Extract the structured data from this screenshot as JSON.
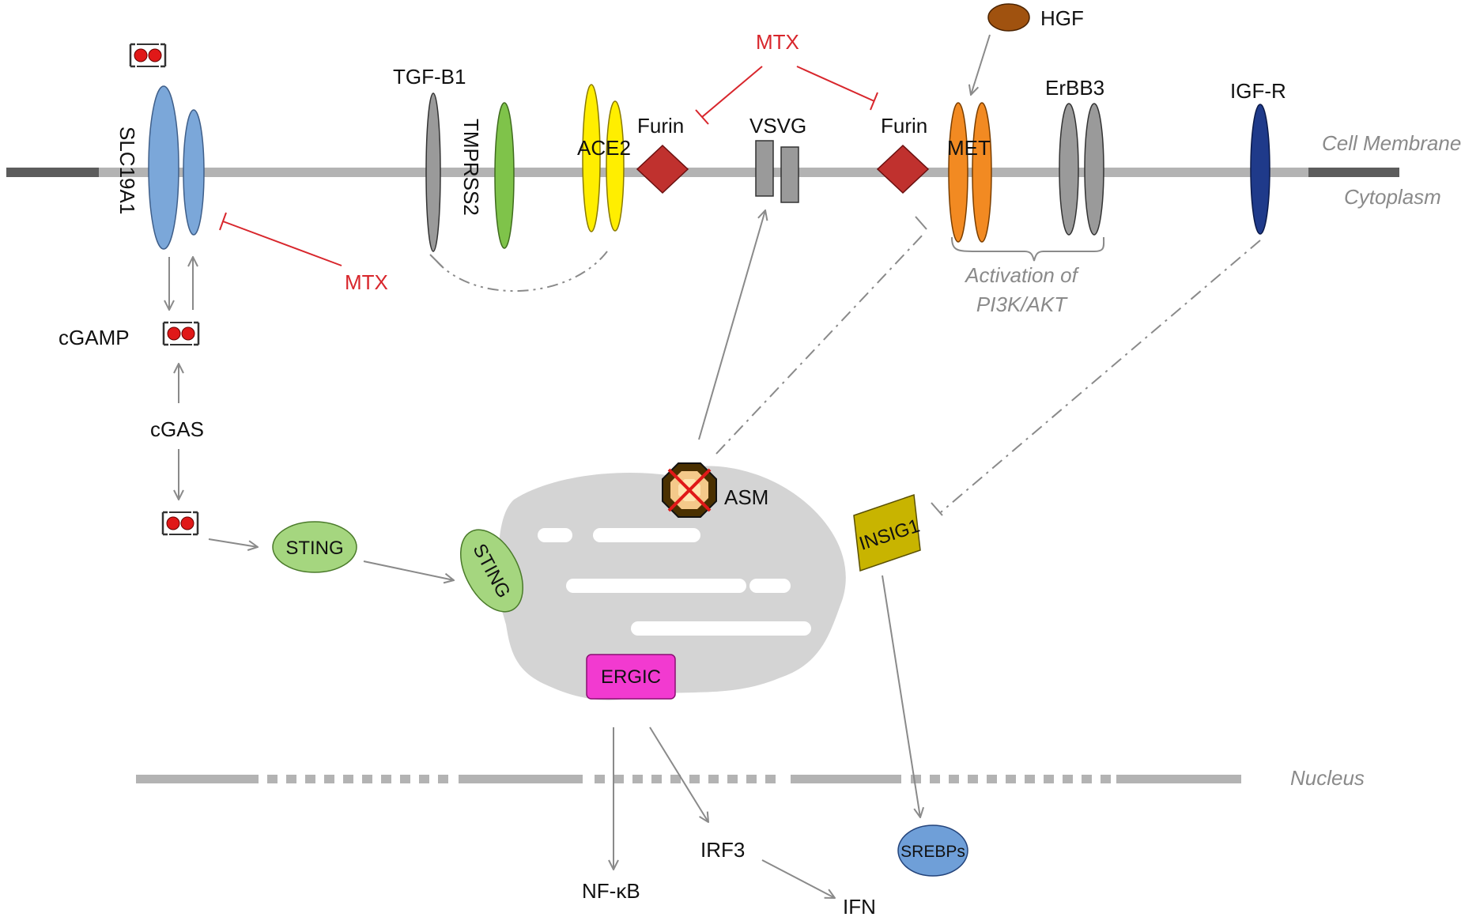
{
  "labels": {
    "slc19a1": "SLC19A1",
    "cgamp": "cGAMP",
    "cgas": "cGAS",
    "mtx_left": "MTX",
    "mtx_top": "MTX",
    "tgfb1": "TGF-B1",
    "tmprss2": "TMPRSS2",
    "ace2": "ACE2",
    "furin_left": "Furin",
    "vsvg": "VSVG",
    "furin_right": "Furin",
    "hgf": "HGF",
    "met": "MET",
    "erbb3": "ErBB3",
    "igfr": "IGF-R",
    "cell_membrane": "Cell Membrane",
    "cytoplasm": "Cytoplasm",
    "pi3k_line1": "Activation of",
    "pi3k_line2": "PI3K/AKT",
    "asm": "ASM",
    "sting1": "STING",
    "sting2": "STING",
    "insig1": "INSIG1",
    "ergic": "ERGIC",
    "nucleus": "Nucleus",
    "nfkb": "NF-κB",
    "irf3": "IRF3",
    "ifn": "IFN",
    "srebps": "SREBPs"
  },
  "colors": {
    "slc19a1": "#7ba7d9",
    "tgfb1": "#9a9a9a",
    "tmprss2": "#7fc34a",
    "ace2": "#ffee00",
    "furin": "#c0312e",
    "vsvg": "#9a9a9a",
    "hgf": "#a0520f",
    "met": "#f28a22",
    "erbb3": "#9a9a9a",
    "igfr": "#1f3a8a",
    "sting": "#a5d67f",
    "insig1": "#c8b400",
    "ergic": "#f23ad0",
    "srebps": "#6f9fd8",
    "inhibition": "#d8262c",
    "arrow": "#8a8a8a",
    "membrane": "#b3b3b3",
    "er_blob": "#d4d4d4"
  }
}
